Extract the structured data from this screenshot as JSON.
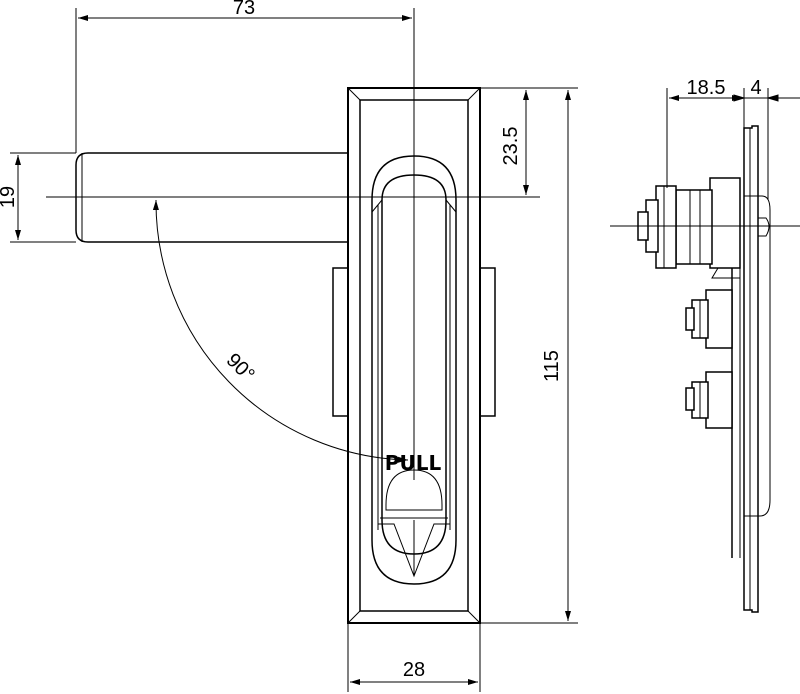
{
  "drawing": {
    "dims": {
      "width_top": "73",
      "height_19": "19",
      "offset_23_5": "23.5",
      "height_115": "115",
      "width_28": "28",
      "side_18_5": "18.5",
      "side_4": "4"
    },
    "angle_label": "90°",
    "pull_label": "PULL"
  }
}
